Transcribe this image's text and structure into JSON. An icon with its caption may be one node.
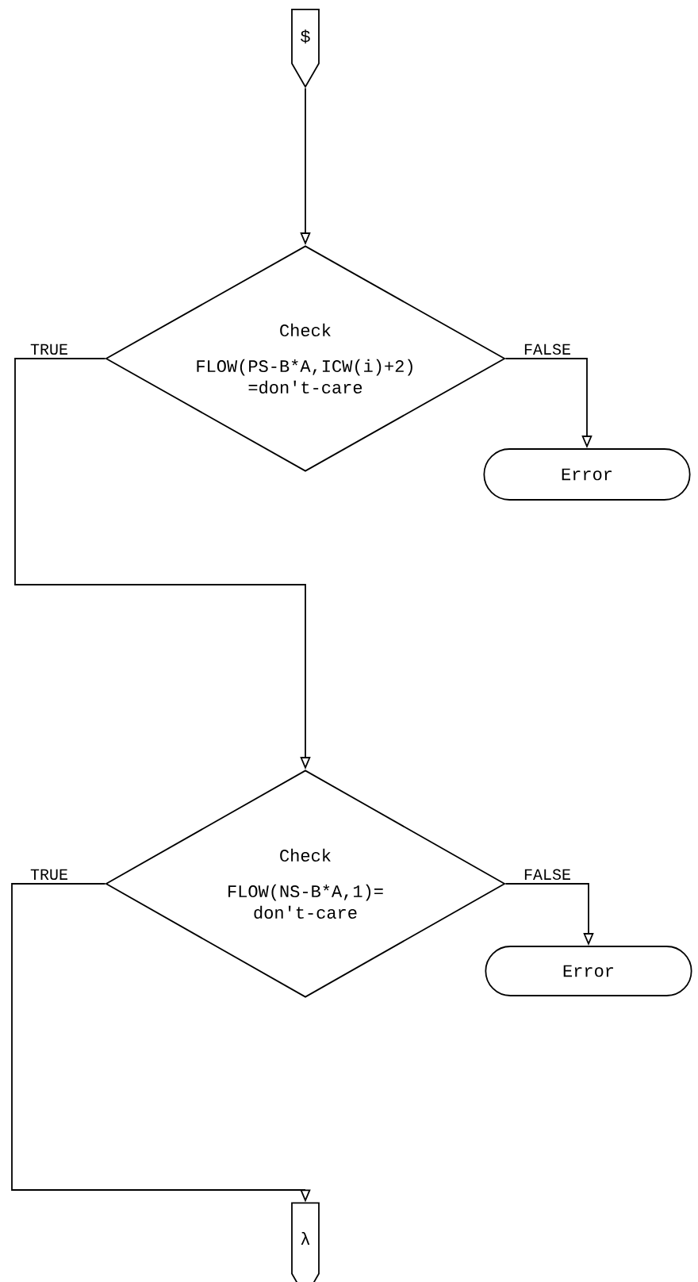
{
  "diagram": {
    "nodes": [
      {
        "text": [
          "$"
        ]
      },
      {
        "text": [
          "Check",
          "FLOW(PS-B*A,ICW(i)+2) =don't-care"
        ]
      },
      {
        "text": [
          "Error"
        ]
      },
      {
        "text": [
          "Check",
          "FLOW(NS-B*A,1)= don't-care"
        ]
      },
      {
        "text": [
          "Error"
        ]
      },
      {
        "text": [
          "λ"
        ]
      }
    ],
    "edges": [
      {
        "from": 0,
        "to": 1,
        "arrow": "to"
      },
      {
        "from": 1,
        "to": 2,
        "arrow": "to",
        "label": "FALSE"
      },
      {
        "from": 1,
        "to": 3,
        "arrow": "to",
        "label": "TRUE"
      },
      {
        "from": 3,
        "to": 4,
        "arrow": "to",
        "label": "FALSE"
      },
      {
        "from": 3,
        "to": 5,
        "arrow": "to",
        "label": "TRUE"
      }
    ]
  }
}
